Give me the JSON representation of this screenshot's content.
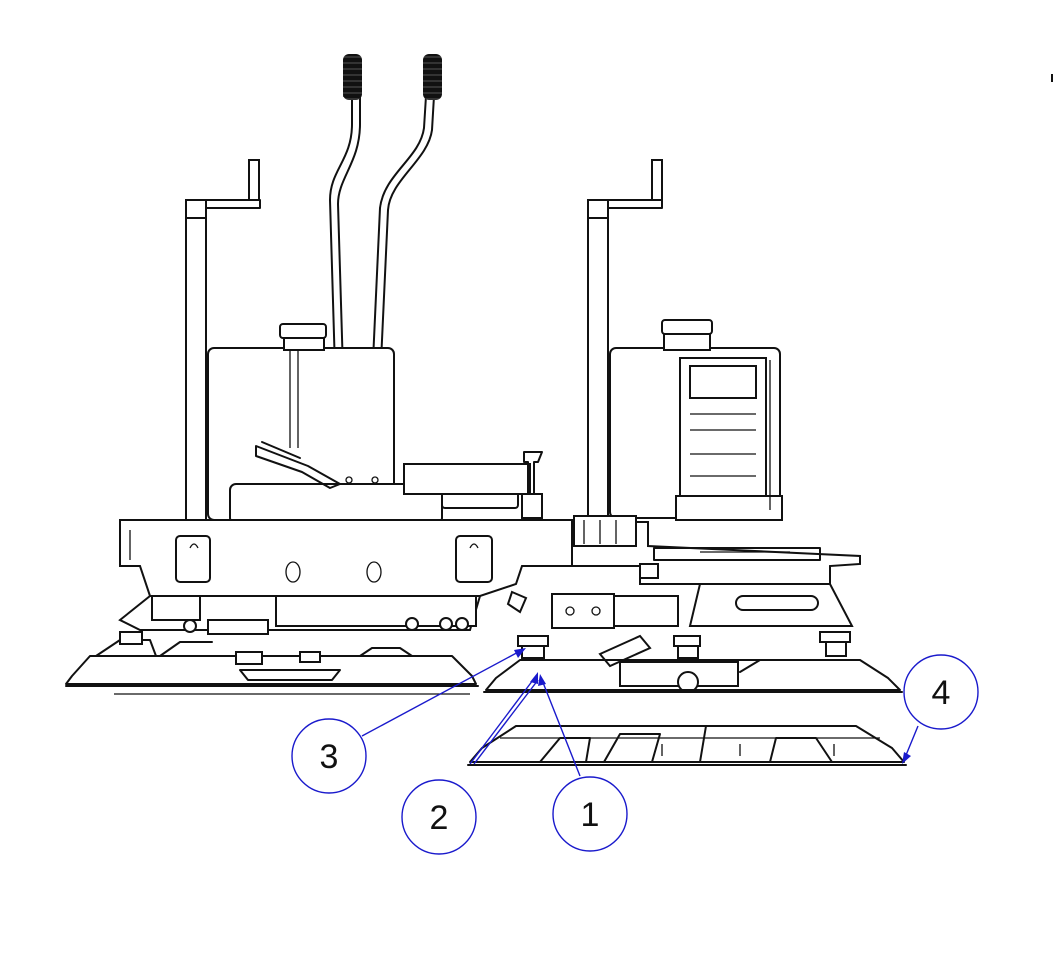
{
  "callouts": [
    {
      "id": "1",
      "label": "1"
    },
    {
      "id": "2",
      "label": "2"
    },
    {
      "id": "3",
      "label": "3"
    },
    {
      "id": "4",
      "label": "4"
    }
  ],
  "colors": {
    "leader": "#1a1acc",
    "outline": "#111111"
  }
}
